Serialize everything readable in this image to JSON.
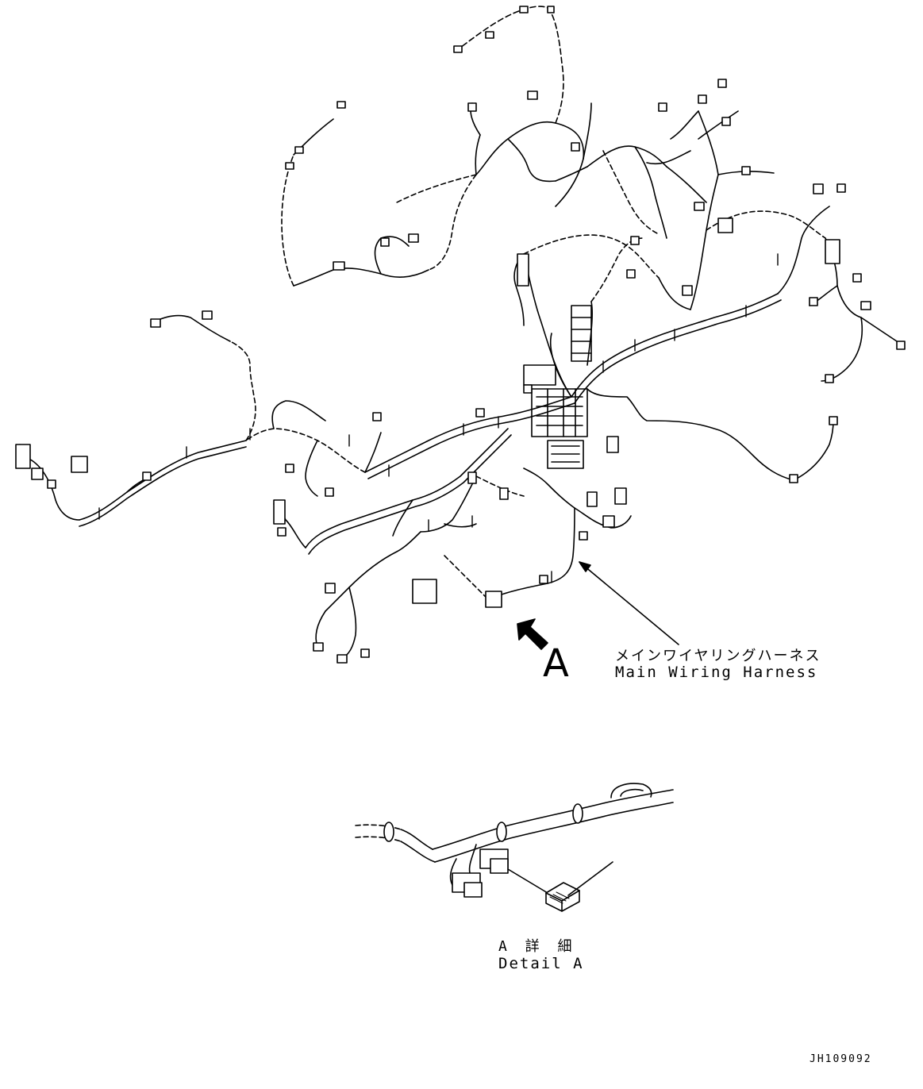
{
  "diagram": {
    "callout_main_jp": "メインワイヤリングハーネス",
    "callout_main_en": "Main Wiring Harness",
    "view_marker": "A",
    "detail_title_jp": "A 詳 細",
    "detail_title_en": "Detail A",
    "drawing_code": "JH109092"
  }
}
